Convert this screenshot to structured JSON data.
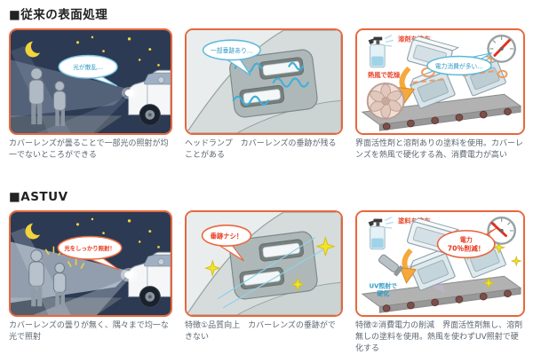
{
  "colors": {
    "panel_border": "#E8673C",
    "bubble_blue_text": "#2F9AC4",
    "bubble_red_text": "#E8381F",
    "label_red": "#E8472E",
    "night_background": "#2C3A54",
    "star_yellow": "#F2D33C"
  },
  "sections": [
    {
      "header": "■従来の表面処理",
      "panels": [
        {
          "name": "night-scatter",
          "bubble": "光が散乱…",
          "caption": "カバーレンズが曇ることで一部光の照射が均一でないところができる"
        },
        {
          "name": "headlamp-marks",
          "bubble": "一部垂跡あり…",
          "caption": "ヘッドランプ　カバーレンズの垂跡が残ることがある"
        },
        {
          "name": "process-hot-air",
          "bubble": "電力消費が多い…",
          "label_spray": "溶剤を塗布",
          "label_dry": "熱風で乾燥",
          "caption": "界面活性剤と溶剤ありの塗料を使用。カバーレンズを熱風で硬化する為、消費電力が高い"
        }
      ]
    },
    {
      "header": "■ASTUV",
      "panels": [
        {
          "name": "night-uniform",
          "bubble": "光をしっかり照射！",
          "caption": "カバーレンズの曇りが無く、隅々まで均一な光で照射"
        },
        {
          "name": "headlamp-clean",
          "bubble": "垂跡ナシ！",
          "caption": "特徴①品質向上　カバーレンズの垂跡ができない"
        },
        {
          "name": "process-uv",
          "bubble_line1": "電力",
          "bubble_line2": "70％削減！",
          "label_spray": "塗料を塗布",
          "label_uv_1": "UV照射で",
          "label_uv_2": "硬化",
          "caption": "特徴②消費電力の削減　界面活性剤無し、溶剤無しの塗料を使用。熱風を使わずUV照射で硬化する"
        }
      ]
    }
  ]
}
